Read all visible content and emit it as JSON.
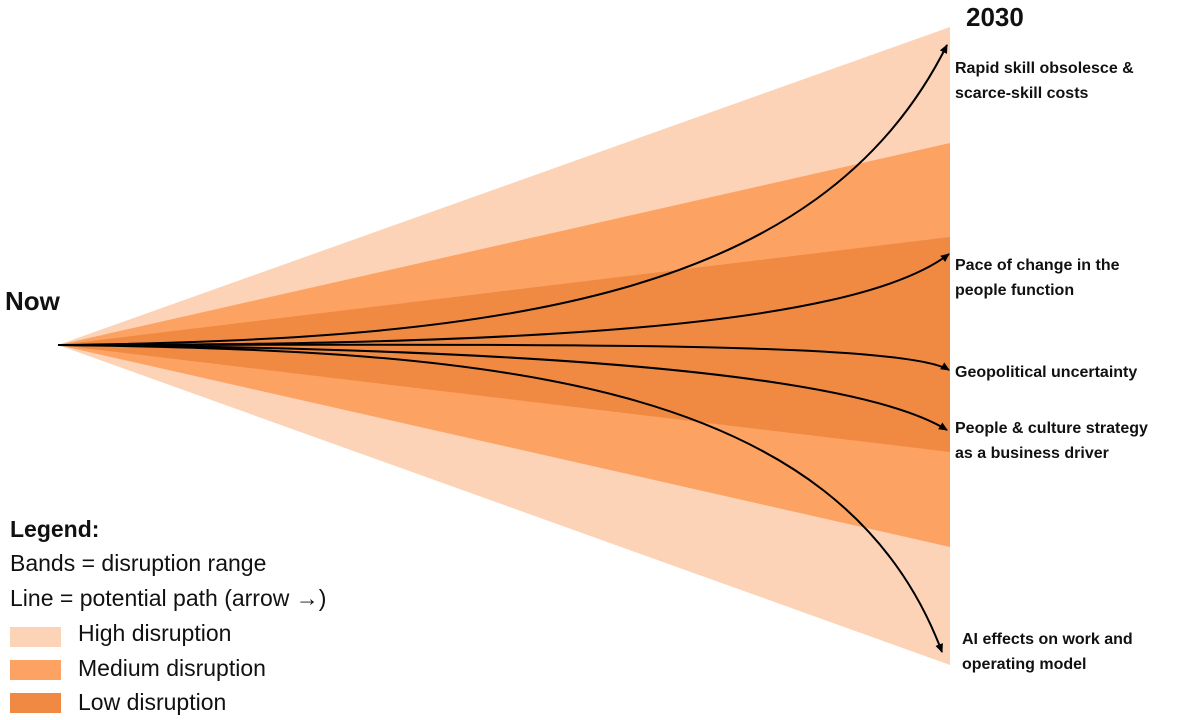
{
  "start_label": "Now",
  "end_label": "2030",
  "colors": {
    "high": "#FDD3B8",
    "medium": "#FCA263",
    "low": "#F08A42",
    "line": "#000000"
  },
  "paths": [
    {
      "label_line1": "Rapid skill obsolesce &",
      "label_line2": "scarce-skill costs",
      "disruption": "high"
    },
    {
      "label_line1": "Pace of change in the",
      "label_line2": "people function",
      "disruption": "low"
    },
    {
      "label_line1": "Geopolitical uncertainty",
      "label_line2": "",
      "disruption": "low"
    },
    {
      "label_line1": "People & culture strategy",
      "label_line2": "as a business driver",
      "disruption": "low"
    },
    {
      "label_line1": "AI effects on work and",
      "label_line2": "operating model",
      "disruption": "high"
    }
  ],
  "legend": {
    "title": "Legend:",
    "bands_note": "Bands = disruption range",
    "line_note": "Line = potential path (arrow →)",
    "items": [
      {
        "label": "High disruption",
        "color": "#FDD3B8"
      },
      {
        "label": "Medium disruption",
        "color": "#FCA263"
      },
      {
        "label": "Low disruption",
        "color": "#F08A42"
      }
    ]
  }
}
